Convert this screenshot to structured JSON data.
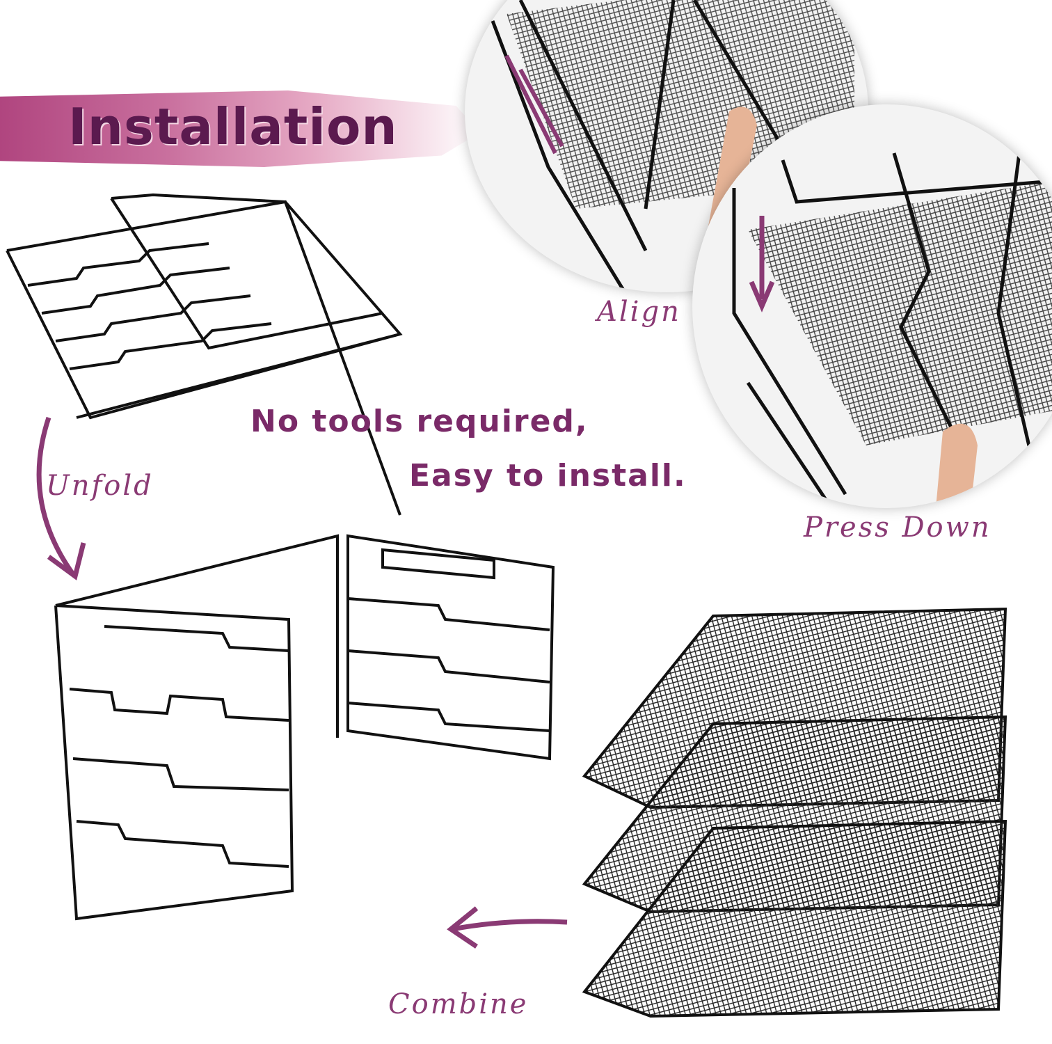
{
  "title": "Installation",
  "tagline": {
    "line1": "No tools required,",
    "line2": "Easy to install."
  },
  "steps": {
    "unfold": "Unfold",
    "align": "Align",
    "press_down": "Press Down",
    "combine": "Combine"
  },
  "colors": {
    "accent": "#7a2a68",
    "title": "#5b1a4f",
    "banner": "#c9709e"
  }
}
